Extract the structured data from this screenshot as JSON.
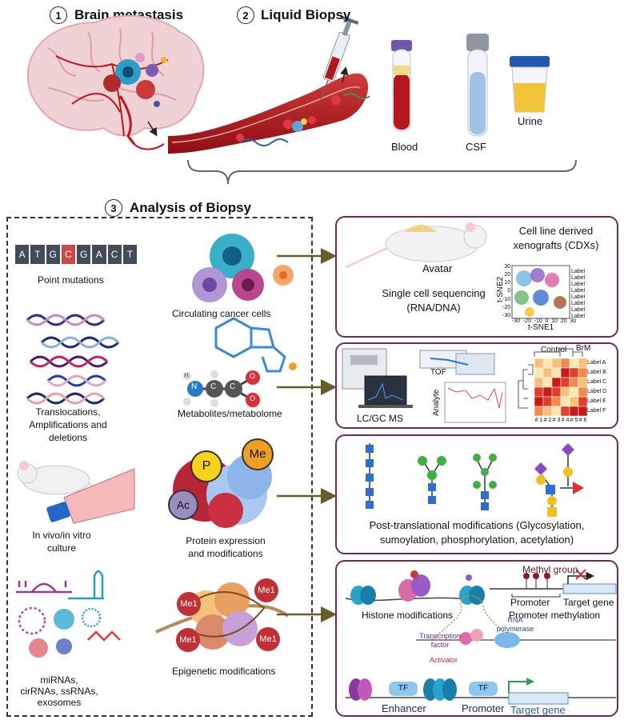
{
  "sections": {
    "s1": {
      "num": "1",
      "title": "Brain metastasis"
    },
    "s2": {
      "num": "2",
      "title": "Liquid Biopsy"
    },
    "s3": {
      "num": "3",
      "title": "Analysis of Biopsy"
    }
  },
  "samples": {
    "blood": "Blood",
    "csf": "CSF",
    "urine": "Urine"
  },
  "left": {
    "seq_letters": [
      "A",
      "T",
      "G",
      "C",
      "G",
      "A",
      "C",
      "T"
    ],
    "point_mutations": "Point mutations",
    "translocations": [
      "Translocations,",
      "Amplifications and",
      "deletions"
    ],
    "culture": [
      "In vivo/in vitro",
      "culture"
    ],
    "rnas": [
      "miRNAs,",
      "cirRNAs, ssRNAs,",
      "exosomes"
    ]
  },
  "middle": {
    "ccc": "Circulating cancer cells",
    "metabolites": "Metabolites/metabolome",
    "protein": [
      "Protein expression",
      "and modifications"
    ],
    "epigenetic": "Epigenetic modifications",
    "mol_atoms": {
      "n": "N",
      "h": "H",
      "c": "C",
      "o": "O"
    },
    "ptm_badges": {
      "p": "P",
      "me": "Me",
      "ac": "Ac"
    },
    "me1": "Me1"
  },
  "box1": {
    "cdx": [
      "Cell line derived",
      "xenografts (CDXs)"
    ],
    "avatar": "Avatar",
    "scs": [
      "Single cell sequencing",
      "(RNA/DNA)"
    ],
    "tsne": {
      "xlabel": "t-SNE1",
      "ylabel": "t-SNE2",
      "xticks": [
        "-30",
        "-20",
        "-10",
        "0",
        "10",
        "20",
        "30"
      ],
      "yticks": [
        "30",
        "20",
        "10",
        "0",
        "-10",
        "-20",
        "-30"
      ],
      "legend": [
        "Label",
        "Label",
        "Label",
        "Label",
        "Label",
        "Label",
        "Label",
        "Label"
      ]
    }
  },
  "box2": {
    "lcms": "LC/GC MS",
    "tof": "TOF",
    "analyte": "Analyte",
    "control": "Control",
    "brm": "BrM",
    "rows": [
      "Label A",
      "Label B",
      "Label C",
      "Label D",
      "Label E",
      "Label F"
    ],
    "cols": [
      "# 1",
      "# 2",
      "# 3",
      "# 4",
      "# 5",
      "# 6"
    ]
  },
  "box3": {
    "ptm": [
      "Post-translational modifications (Glycosylation,",
      "sumoylation, phosphorylation, acetylation)"
    ]
  },
  "box4": {
    "methyl": "Methyl group",
    "histone": "Histone modifications",
    "promoter": "Promoter",
    "target": "Target gene",
    "promoter_methylation": "Promoter methylation",
    "tf": [
      "Transcription",
      "factor"
    ],
    "activator": "Activator",
    "rnapol": [
      "RNA",
      "polymerase"
    ],
    "tf_small": "TF",
    "enhancer": "Enhancer",
    "promoter2": "Promoter",
    "target2": "Target gene"
  },
  "colors": {
    "frame": "#6b2a5c",
    "arrow": "#6b5a2a",
    "blood": "#b3161b",
    "nucleus": "#1b6f9a"
  }
}
